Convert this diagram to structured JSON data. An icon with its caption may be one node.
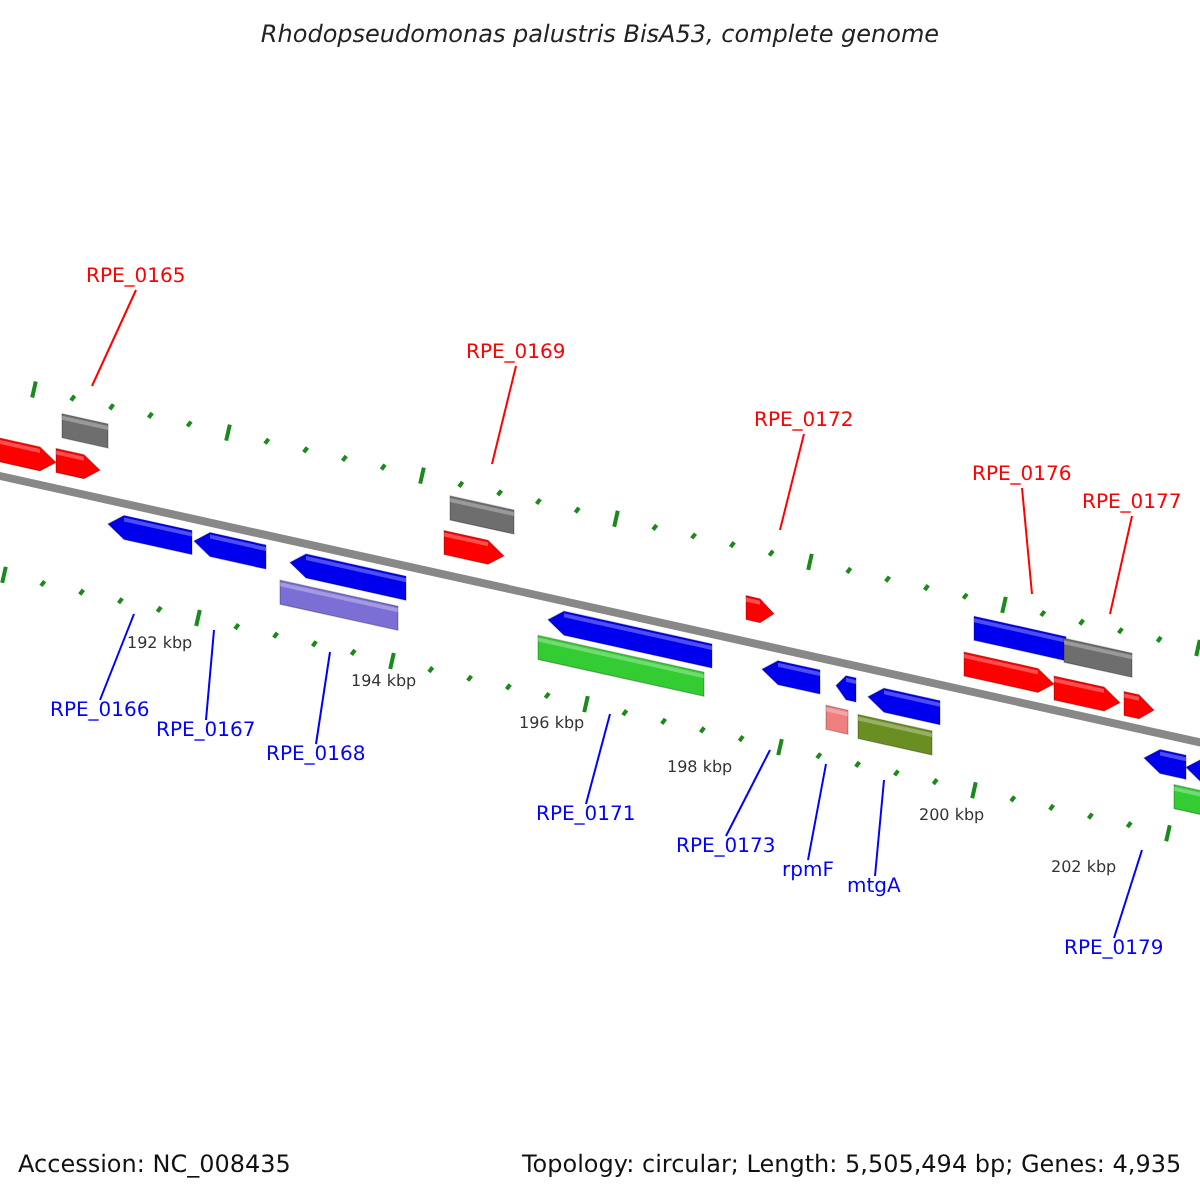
{
  "diagram": {
    "title": "Rhodopseudomonas palustris BisA53, complete genome",
    "nodes": [
      {
        "text": [
          "RPE_0165"
        ]
      },
      {
        "text": [
          "RPE_0169"
        ]
      },
      {
        "text": [
          "RPE_0172"
        ]
      },
      {
        "text": [
          "RPE_0176"
        ]
      },
      {
        "text": [
          "RPE_0177"
        ]
      },
      {
        "text": [
          "RPE_0166"
        ]
      },
      {
        "text": [
          "RPE_0167"
        ]
      },
      {
        "text": [
          "RPE_0168"
        ]
      },
      {
        "text": [
          "RPE_0171"
        ]
      },
      {
        "text": [
          "RPE_0173"
        ]
      },
      {
        "text": [
          "rpmF"
        ]
      },
      {
        "text": [
          "mtgA"
        ]
      },
      {
        "text": [
          "RPE_0179"
        ]
      }
    ],
    "edges": [
      {
        "from": 0,
        "to": null,
        "arrow": "none",
        "color": "#ff0000"
      },
      {
        "from": 1,
        "to": null,
        "arrow": "none",
        "color": "#ff0000"
      },
      {
        "from": 2,
        "to": null,
        "arrow": "none",
        "color": "#ff0000"
      },
      {
        "from": 3,
        "to": null,
        "arrow": "none",
        "color": "#ff0000"
      },
      {
        "from": 4,
        "to": null,
        "arrow": "none",
        "color": "#ff0000"
      },
      {
        "from": 5,
        "to": null,
        "arrow": "none"
      },
      {
        "from": 6,
        "to": null,
        "arrow": "none"
      },
      {
        "from": 7,
        "to": null,
        "arrow": "none"
      },
      {
        "from": 8,
        "to": null,
        "arrow": "none"
      },
      {
        "from": 9,
        "to": null,
        "arrow": "none"
      },
      {
        "from": 10,
        "to": null,
        "arrow": "none"
      },
      {
        "from": 11,
        "to": null,
        "arrow": "none"
      },
      {
        "from": 12,
        "to": null,
        "arrow": "none"
      }
    ],
    "labels": [
      "192 kbp",
      "194 kbp",
      "196 kbp",
      "198 kbp",
      "200 kbp",
      "202 kbp",
      "Accession: NC_008435",
      "Topology: circular; Length: 5,505,494 bp; Genes: 4,935"
    ]
  }
}
